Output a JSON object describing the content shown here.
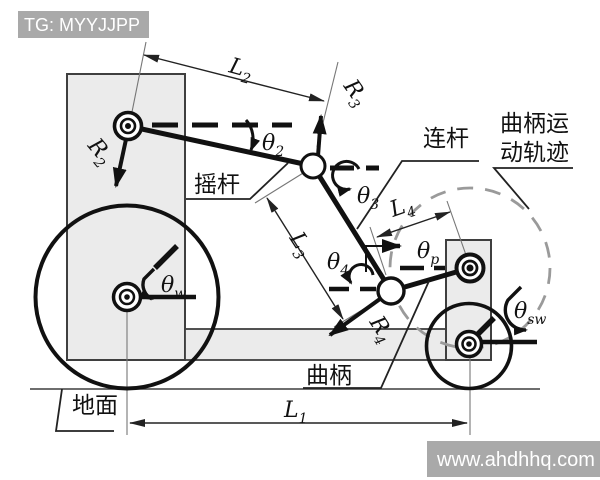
{
  "watermarks": {
    "top_left": "TG: MYYJJPP",
    "bottom_right": "www.ahdhhq.com"
  },
  "labels": {
    "rocker": "摇杆",
    "connecting_rod": "连杆",
    "crank": "曲柄",
    "trajectory_line1": "曲柄运",
    "trajectory_line2": "动轨迹",
    "ground": "地面"
  },
  "dims": {
    "l1": {
      "base": "L",
      "sub": "1"
    },
    "l2": {
      "base": "L",
      "sub": "2"
    },
    "l3": {
      "base": "L",
      "sub": "3"
    },
    "l4": {
      "base": "L",
      "sub": "4"
    }
  },
  "vectors": {
    "r2": {
      "base": "R",
      "sub": "2"
    },
    "r3": {
      "base": "R",
      "sub": "3"
    },
    "r4": {
      "base": "R",
      "sub": "4"
    }
  },
  "angles": {
    "theta2": {
      "base": "θ",
      "sub": "2"
    },
    "theta3": {
      "base": "θ",
      "sub": "3"
    },
    "theta4": {
      "base": "θ",
      "sub": "4"
    },
    "theta_p": {
      "base": "θ",
      "sub": "p"
    },
    "theta_w": {
      "base": "θ",
      "sub": "w"
    },
    "theta_sw": {
      "base": "θ",
      "sub": "sw"
    }
  },
  "colors": {
    "ink": "#1a1a1a",
    "frame_fill": "#ebebeb",
    "frame_stroke": "#3f3f3f",
    "trajectory_gray": "#9a9a9a",
    "dim_line": "#333333",
    "watermark_bg": "#a9a9a9",
    "watermark_text": "#ffffff"
  }
}
